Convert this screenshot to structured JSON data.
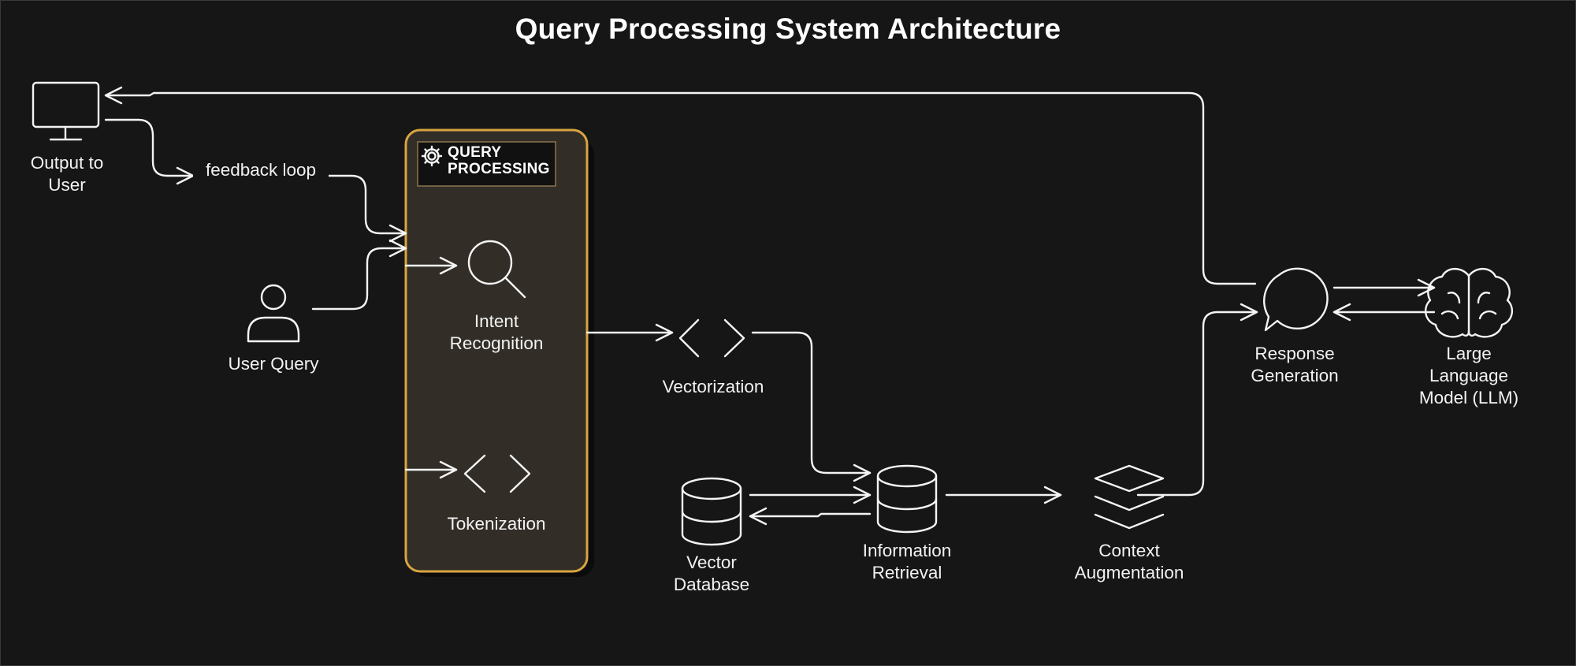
{
  "title": "Query Processing System Architecture",
  "group": {
    "title_line1": "QUERY",
    "title_line2": "PROCESSING",
    "icon": "gear-icon",
    "border_color": "#d9a441",
    "fill_color": "#322e27"
  },
  "edge_labels": {
    "feedback": "feedback loop"
  },
  "nodes": {
    "output": {
      "line1": "Output to",
      "line2": "User",
      "icon": "monitor-icon"
    },
    "user_query": {
      "line1": "User Query",
      "icon": "user-icon"
    },
    "intent": {
      "line1": "Intent",
      "line2": "Recognition",
      "icon": "search-icon"
    },
    "tokenization": {
      "line1": "Tokenization",
      "icon": "code-brackets-icon"
    },
    "vectorization": {
      "line1": "Vectorization",
      "icon": "code-brackets-icon"
    },
    "vector_db": {
      "line1": "Vector",
      "line2": "Database",
      "icon": "database-icon"
    },
    "retrieval": {
      "line1": "Information",
      "line2": "Retrieval",
      "icon": "database-icon"
    },
    "context": {
      "line1": "Context",
      "line2": "Augmentation",
      "icon": "layers-icon"
    },
    "response": {
      "line1": "Response",
      "line2": "Generation",
      "icon": "chat-bubble-icon"
    },
    "llm": {
      "line1": "Large",
      "line2": "Language",
      "line3": "Model (LLM)",
      "icon": "brain-icon"
    }
  }
}
